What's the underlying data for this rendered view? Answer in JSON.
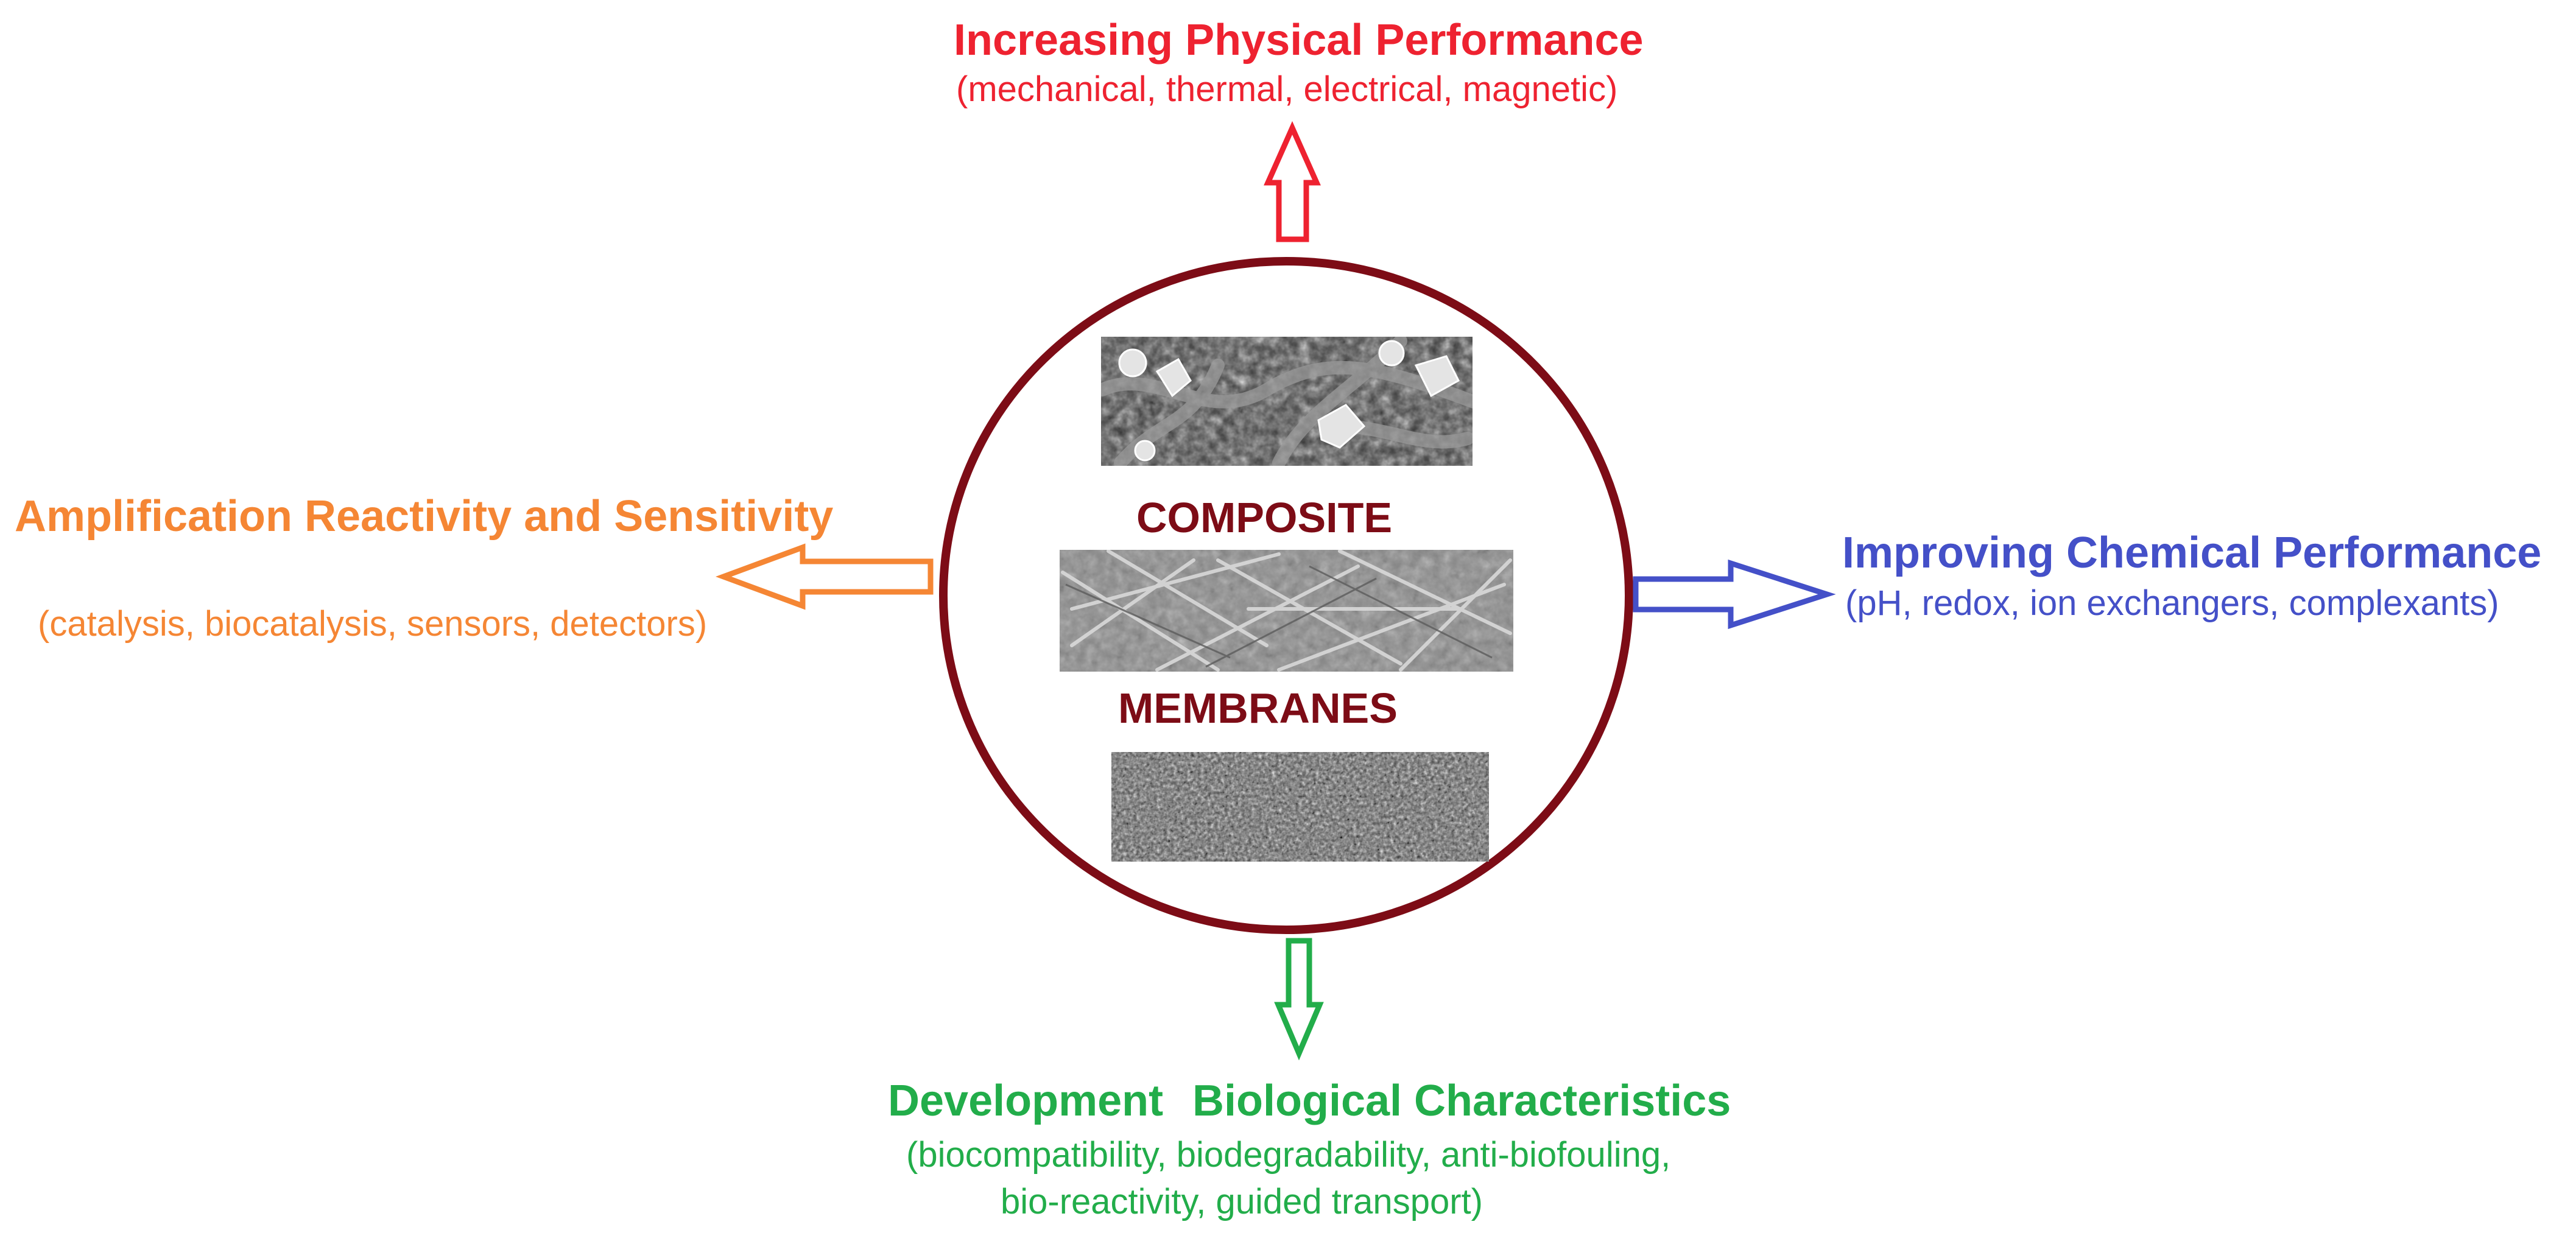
{
  "colors": {
    "top": "#ee2230",
    "left": "#f58634",
    "right": "#4450c8",
    "bottom": "#22ad4a",
    "circle": "#7d0c16",
    "center_text": "#7d0c16"
  },
  "center": {
    "line1": "COMPOSITE",
    "line2": "MEMBRANES",
    "images": [
      "sem-image-particles",
      "sem-image-fibers",
      "sem-image-granular"
    ]
  },
  "top": {
    "title": "Increasing Physical Performance",
    "subtitle": "(mechanical, thermal, electrical, magnetic)"
  },
  "left": {
    "title": "Amplification Reactivity and Sensitivity",
    "subtitle": "(catalysis, biocatalysis, sensors, detectors)"
  },
  "right": {
    "title": "Improving Chemical Performance",
    "subtitle": "(pH, redox, ion exchangers, complexants)"
  },
  "bottom": {
    "title_part1": "Development",
    "title_part2": "Biological Characteristics",
    "subtitle_line1": "(biocompatibility, biodegradability, anti-biofouling,",
    "subtitle_line2": "bio-reactivity, guided transport)"
  }
}
